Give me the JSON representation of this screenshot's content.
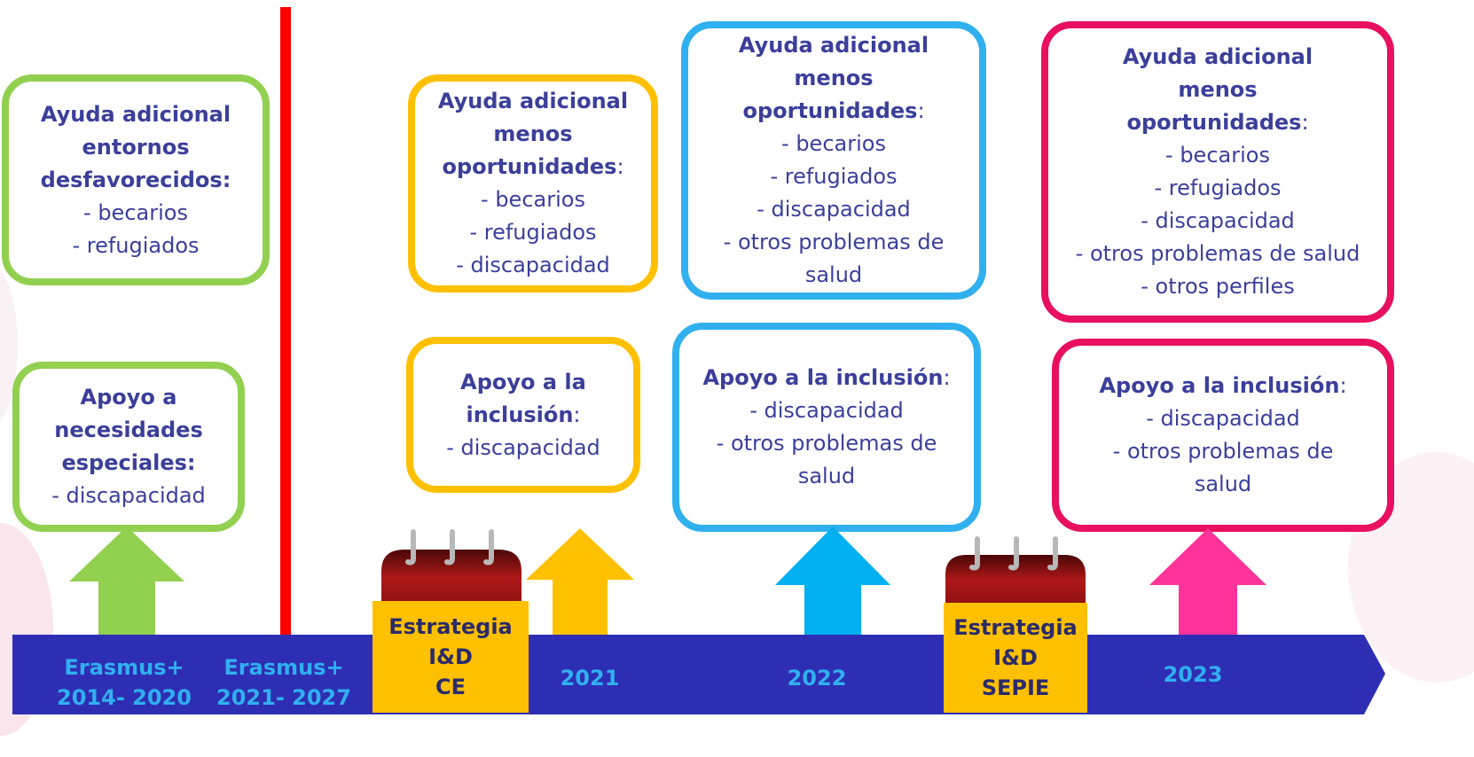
{
  "colors": {
    "green": "#92d050",
    "yellow": "#ffc000",
    "blue": "#30b0ee",
    "pink": "#e8105f",
    "red_line": "#ff0000",
    "timeline": "#2e2eb5",
    "label": "#3b3f9a"
  },
  "boxes": {
    "green_top": {
      "title": "Ayuda adicional entornos desfavorecidos:",
      "items": [
        "- becarios",
        "- refugiados"
      ]
    },
    "green_bottom": {
      "title": "Apoyo a necesidades especiales:",
      "items": [
        "- discapacidad"
      ]
    },
    "yellow_top": {
      "title": "Ayuda adicional menos oportunidades",
      "colon": ":",
      "items": [
        "- becarios",
        "- refugiados",
        "- discapacidad"
      ]
    },
    "yellow_bottom": {
      "title": "Apoyo a la inclusión",
      "colon": ":",
      "items": [
        "- discapacidad"
      ]
    },
    "blue_top": {
      "title": "Ayuda adicional menos oportunidades",
      "colon": ":",
      "items": [
        "- becarios",
        "- refugiados",
        "-   discapacidad",
        "-   otros problemas de salud"
      ]
    },
    "blue_bottom": {
      "title": "Apoyo a la inclusión",
      "colon": ":",
      "items": [
        "- discapacidad",
        "- otros problemas de salud"
      ]
    },
    "pink_top": {
      "title": "Ayuda adicional menos oportunidades",
      "colon": ":",
      "items": [
        "- becarios",
        "- refugiados",
        "- discapacidad",
        "- otros problemas de salud",
        "- otros perfiles"
      ]
    },
    "pink_bottom": {
      "title": "Apoyo a la inclusión",
      "colon": ":",
      "items": [
        "- discapacidad",
        "- otros problemas de salud"
      ]
    }
  },
  "timeline": {
    "erasmus_1": [
      "Erasmus+",
      "2014- 2020"
    ],
    "erasmus_2": [
      "Erasmus+",
      "2021- 2027"
    ],
    "year_2021": "2021",
    "year_2022": "2022",
    "year_2023": "2023"
  },
  "strategies": {
    "ce": [
      "Estrategia",
      "I&D",
      "CE"
    ],
    "sepie": [
      "Estrategia",
      "I&D",
      "SEPIE"
    ]
  },
  "icons": [
    "calendar-icon",
    "up-arrow-icon"
  ]
}
